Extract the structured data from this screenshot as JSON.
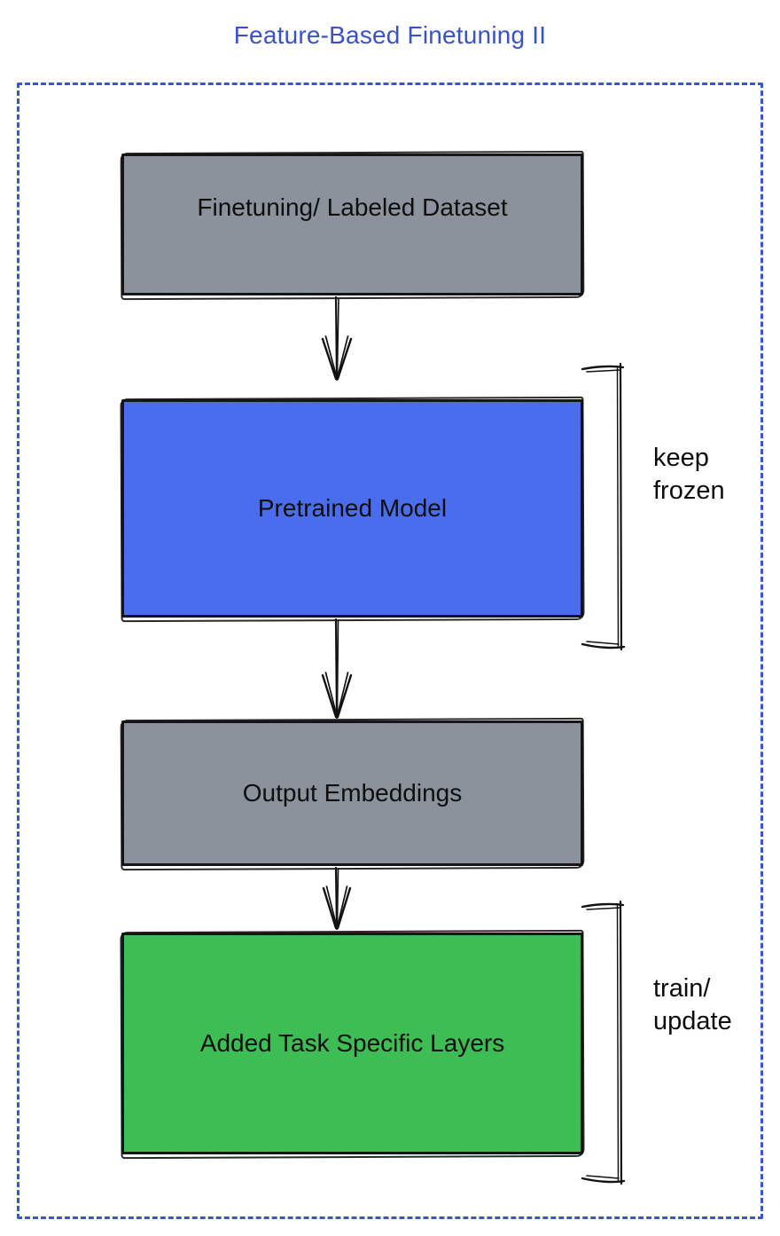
{
  "title": "Feature-Based Finetuning II",
  "colors": {
    "title_text": "#3a51c9",
    "frame_border": "#3a55c9",
    "node_gray": "#8b929c",
    "node_blue": "#4a6dee",
    "node_green": "#3fbd55",
    "stroke": "#161616",
    "label_text": "#0e0e0e"
  },
  "nodes": [
    {
      "id": "finetuning-dataset",
      "label": "Finetuning/ Labeled Dataset",
      "fill": "#8b929c"
    },
    {
      "id": "pretrained-model",
      "label": "Pretrained Model",
      "fill": "#4a6dee"
    },
    {
      "id": "output-embeddings",
      "label": "Output Embeddings",
      "fill": "#8b929c"
    },
    {
      "id": "task-specific-layers",
      "label": "Added Task Specific Layers",
      "fill": "#3fbd55"
    }
  ],
  "edges": [
    {
      "from": "finetuning-dataset",
      "to": "pretrained-model"
    },
    {
      "from": "pretrained-model",
      "to": "output-embeddings"
    },
    {
      "from": "output-embeddings",
      "to": "task-specific-layers"
    }
  ],
  "annotations": [
    {
      "target": "pretrained-model",
      "line1": "keep",
      "line2": "frozen"
    },
    {
      "target": "task-specific-layers",
      "line1": "train/",
      "line2": "update"
    }
  ]
}
